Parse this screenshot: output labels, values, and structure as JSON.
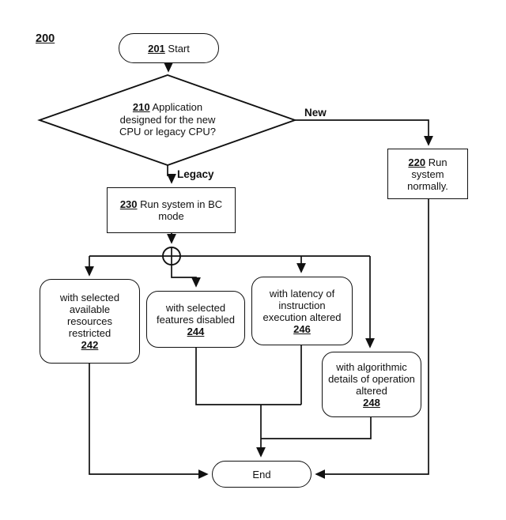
{
  "figure": {
    "label": "200"
  },
  "edge_labels": {
    "new": "New",
    "legacy": "Legacy"
  },
  "nodes": {
    "start": {
      "num": "201",
      "text": "Start"
    },
    "decision": {
      "num": "210",
      "text": "Application designed for the new CPU or legacy CPU?"
    },
    "run_normally": {
      "num": "220",
      "text": "Run system normally."
    },
    "run_bc_mode": {
      "num": "230",
      "text": "Run system in BC mode"
    },
    "resources_restricted": {
      "text": "with selected available resources restricted",
      "num": "242"
    },
    "features_disabled": {
      "text": "with selected features disabled",
      "num": "244"
    },
    "latency_altered": {
      "text": "with latency of instruction execution altered",
      "num": "246"
    },
    "algorithmic_altered": {
      "text": "with algorithmic details of operation altered",
      "num": "248"
    },
    "end": {
      "text": "End"
    }
  },
  "colors": {
    "line": "#111111",
    "background": "#ffffff"
  }
}
